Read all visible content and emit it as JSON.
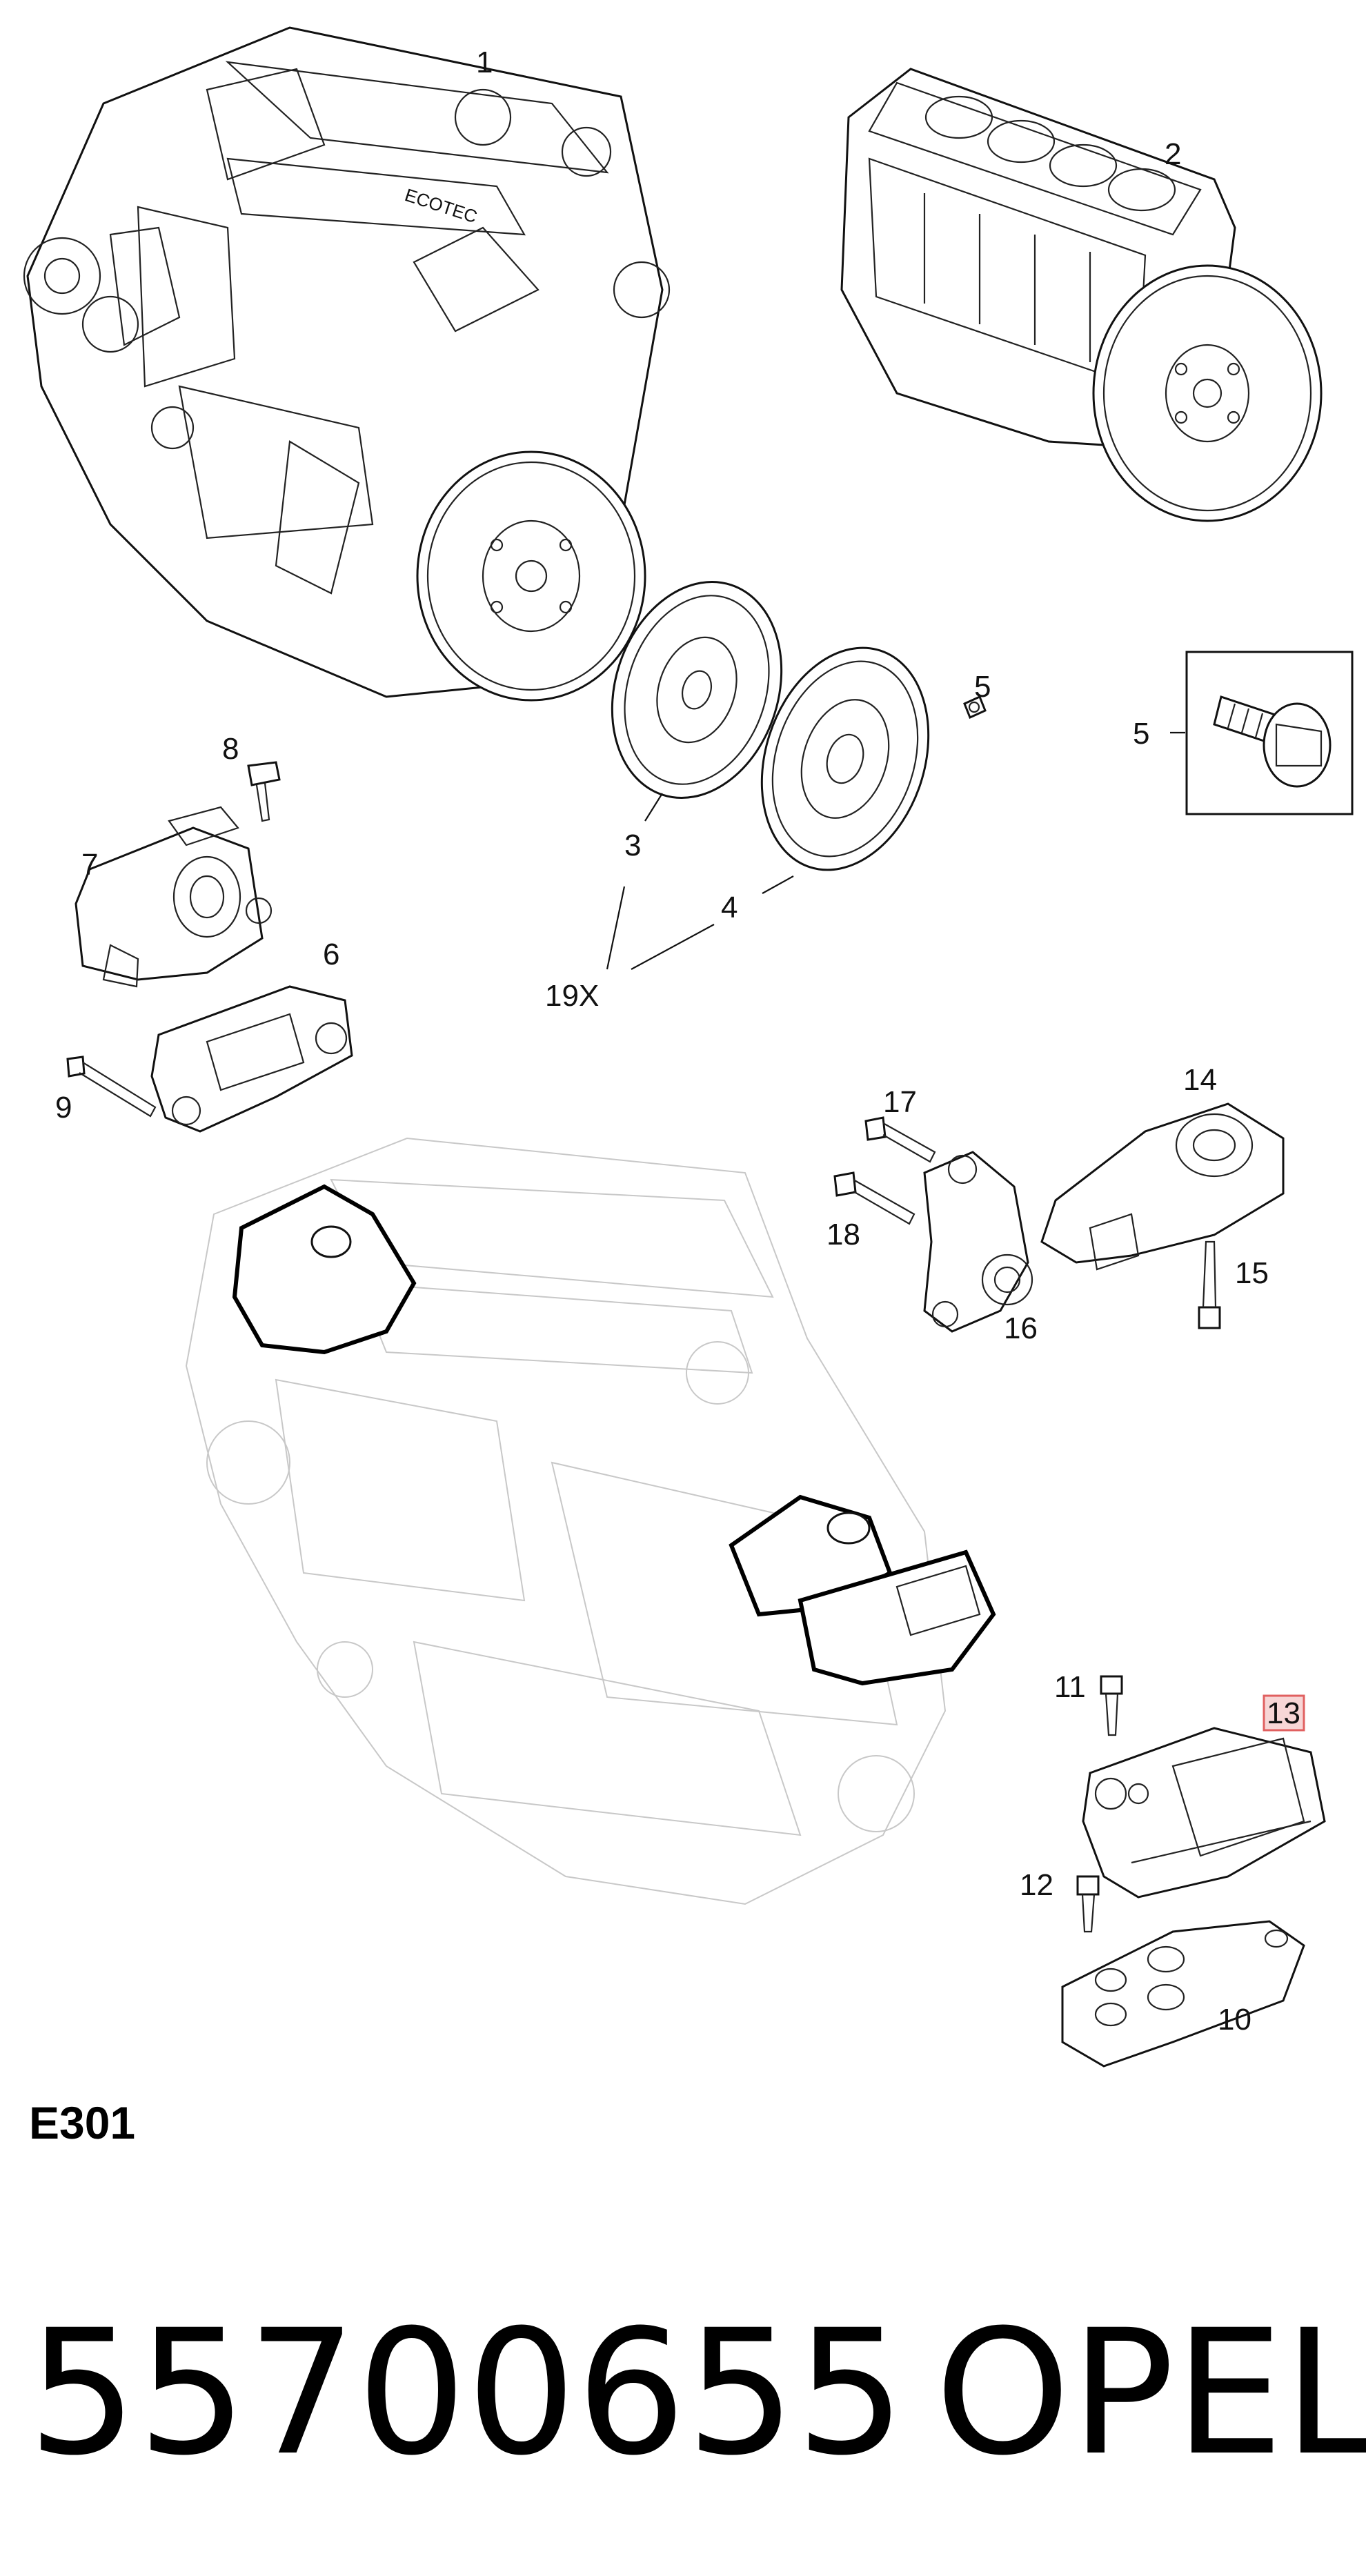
{
  "callouts": {
    "c1": "1",
    "c2": "2",
    "c3": "3",
    "c4": "4",
    "c5a": "5",
    "c5b": "5",
    "c6": "6",
    "c7": "7",
    "c8": "8",
    "c9": "9",
    "c10": "10",
    "c11": "11",
    "c12": "12",
    "c13": "13",
    "c14": "14",
    "c15": "15",
    "c16": "16",
    "c17": "17",
    "c18": "18",
    "c19x": "19X"
  },
  "engine_logo": "ECOTEC",
  "figure_code": "E301",
  "part_number": "55700655",
  "brand": "OPEL",
  "colors": {
    "highlight_box": "#e06060",
    "highlight_fill": "#f7d6d6",
    "ink": "#111111",
    "faint": "#c8c8c8"
  }
}
